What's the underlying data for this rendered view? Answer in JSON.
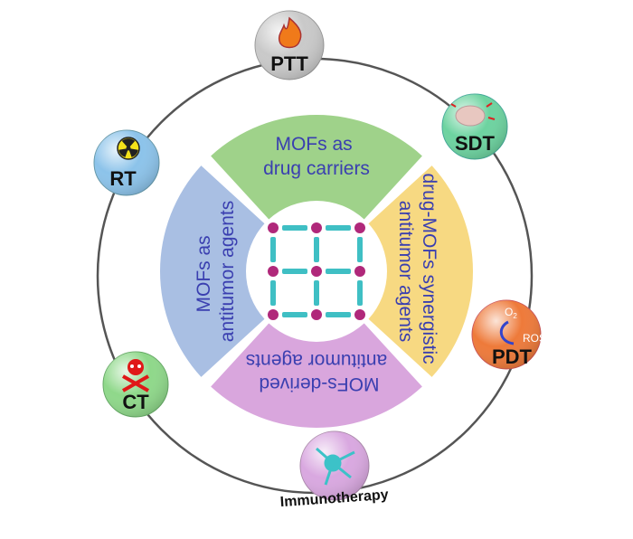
{
  "sectors": {
    "top": {
      "line1": "MOFs as",
      "line2": "drug carriers",
      "color": "#9fd28a"
    },
    "right": {
      "line1": "drug-MOFs synergistic",
      "line2": "antitumor agents",
      "color": "#f7d982"
    },
    "bottom": {
      "line1": "MOFs-derived",
      "line2": "antitumor agents",
      "color": "#d9a6dd"
    },
    "left": {
      "line1": "MOFs as",
      "line2": "antitumor agents",
      "color": "#a9bfe3"
    }
  },
  "therapies": {
    "ptt": {
      "label": "PTT",
      "icon": "flame-icon",
      "color": "#c9c9c9"
    },
    "sdt": {
      "label": "SDT",
      "icon": "explosion-icon",
      "color": "#6dd3a0"
    },
    "pdt": {
      "label": "PDT",
      "icon": "o2-ros-cycle-icon",
      "color": "#ee7a3a",
      "o2": "O",
      "o2_sub": "2",
      "ros": "ROS"
    },
    "immuno": {
      "label": "Immunotherapy",
      "icon": "immune-cell-icon",
      "color": "#d9a8e0"
    },
    "ct": {
      "label": "CT",
      "icon": "skull-crossbones-icon",
      "color": "#8fd88a"
    },
    "rt": {
      "label": "RT",
      "icon": "radiation-icon",
      "color": "#8cc3ea"
    }
  }
}
